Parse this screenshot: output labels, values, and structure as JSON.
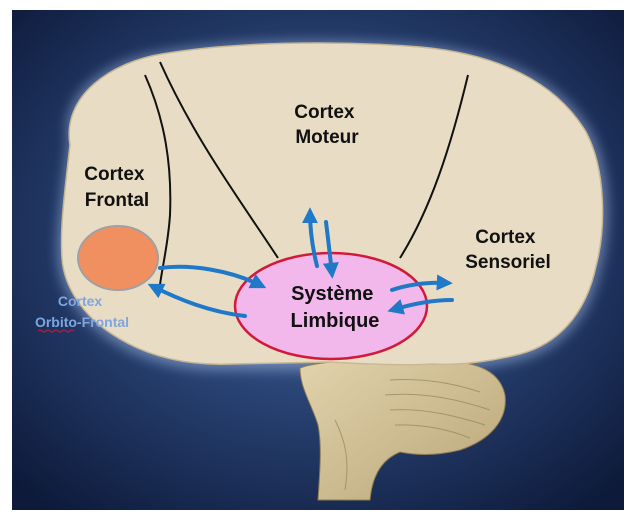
{
  "diagram": {
    "labels": {
      "cortex_moteur": [
        "Cortex",
        "Moteur"
      ],
      "cortex_frontal": [
        "Cortex",
        "Frontal"
      ],
      "cortex_sensoriel": [
        "Cortex",
        "Sensoriel"
      ],
      "systeme_limbique": [
        "Système",
        "Limbique"
      ],
      "cortex_orbito_frontal": [
        "Cortex",
        "Orbito-Frontal"
      ]
    },
    "colors": {
      "background_dark": "#0d1a3a",
      "background_glow": "#3b5a92",
      "brain": "#e8dcc4",
      "cerebellum": "#d9c79b",
      "limbic_fill": "#f2b8ec",
      "limbic_stroke": "#d11a3a",
      "orbito_fill": "#f09060",
      "arrow": "#1f78c8",
      "orbito_text": "#7ea6e0"
    }
  }
}
